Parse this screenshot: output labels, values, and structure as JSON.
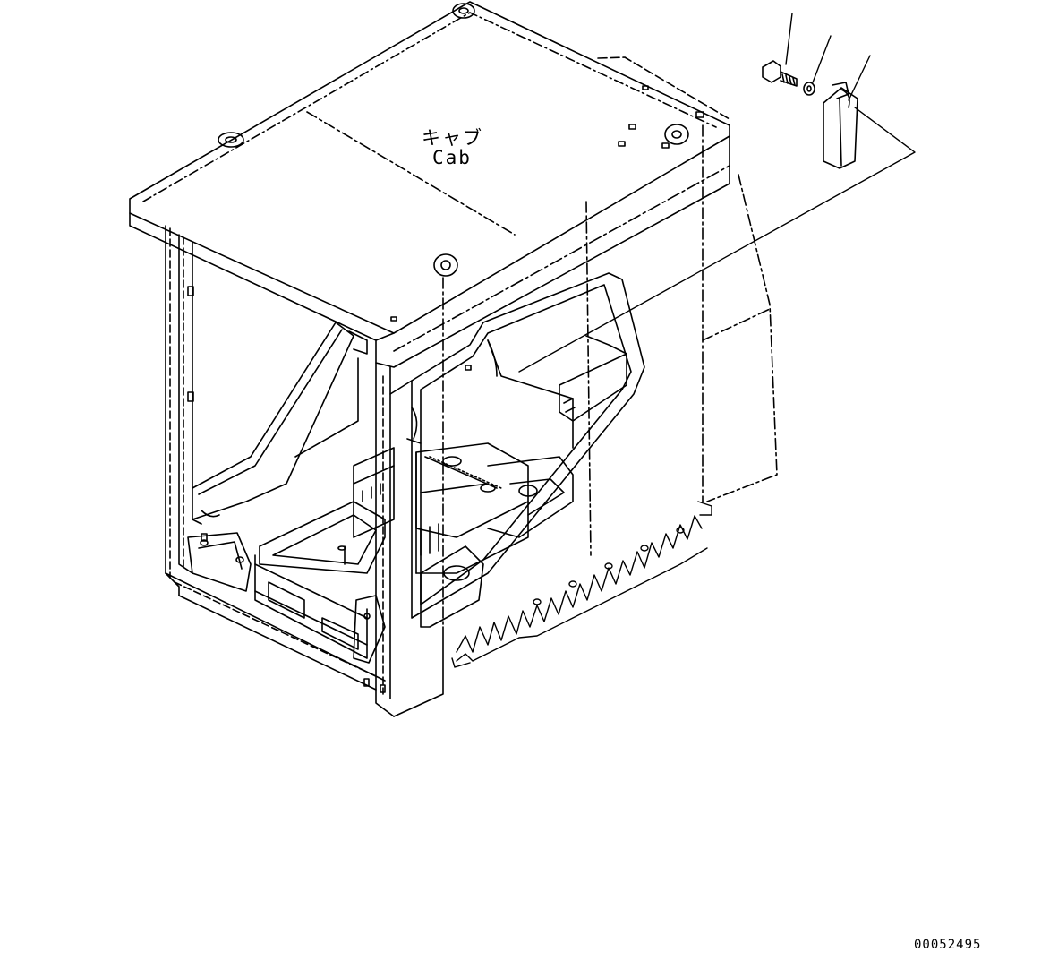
{
  "part_label": {
    "japanese": "キャブ",
    "english": "Cab"
  },
  "drawing_number": "00052495",
  "colors": {
    "line": "#000000",
    "background": "#ffffff"
  }
}
